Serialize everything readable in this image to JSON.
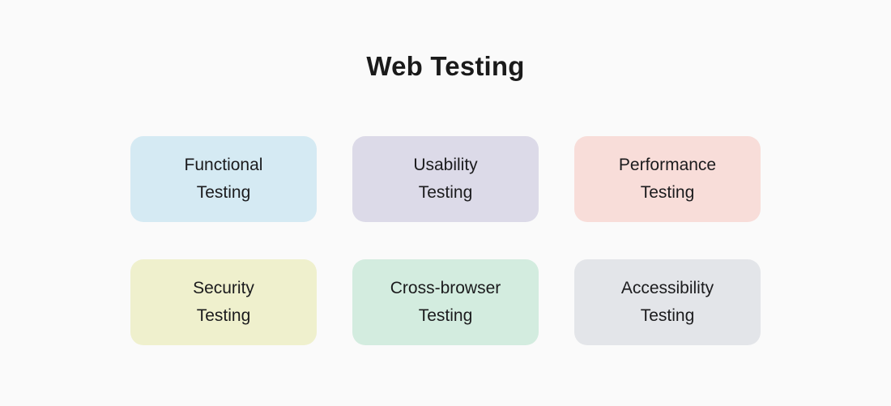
{
  "page": {
    "background_color": "#fafafa"
  },
  "header": {
    "title": "Web Testing"
  },
  "cards": [
    {
      "id": "functional-testing",
      "lines": [
        "Functional",
        "Testing"
      ],
      "color": "#d5eaf3"
    },
    {
      "id": "usability-testing",
      "lines": [
        "Usability",
        "Testing"
      ],
      "color": "#dcdae8"
    },
    {
      "id": "performance-testing",
      "lines": [
        "Performance",
        "Testing"
      ],
      "color": "#f8ddd9"
    },
    {
      "id": "security-testing",
      "lines": [
        "Security",
        "Testing"
      ],
      "color": "#eff0cd"
    },
    {
      "id": "cross-browser-testing",
      "lines": [
        "Cross-browser",
        "Testing"
      ],
      "color": "#d3ecdf"
    },
    {
      "id": "accessibility-testing",
      "lines": [
        "Accessibility",
        "Testing"
      ],
      "color": "#e3e5e9"
    }
  ]
}
